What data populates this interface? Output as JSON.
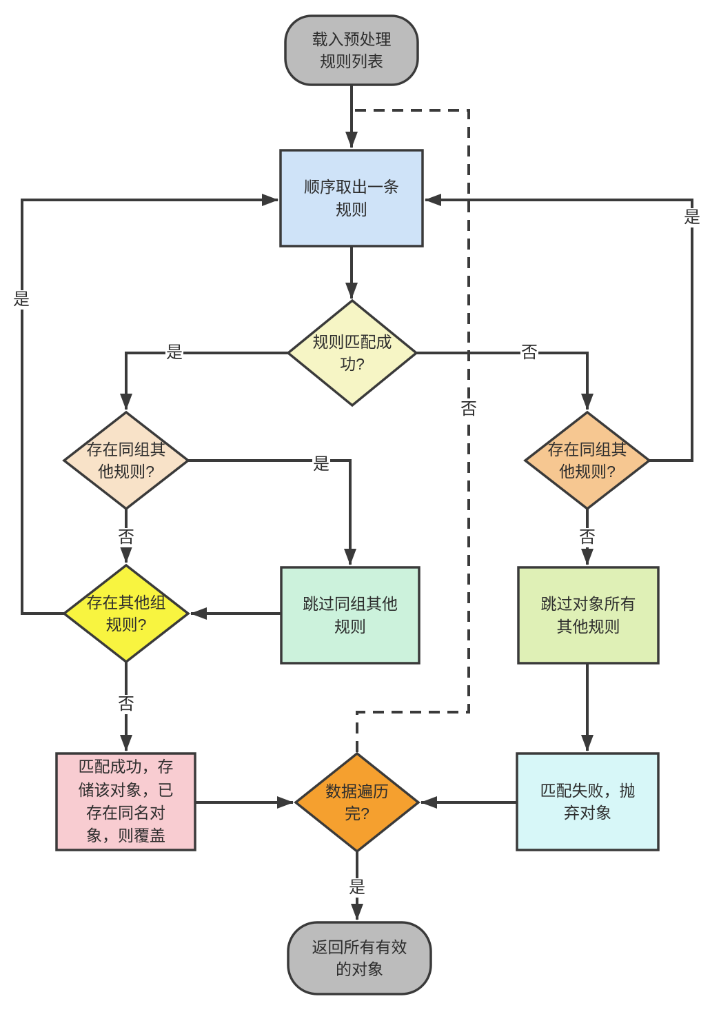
{
  "nodes": {
    "start": {
      "label": "载入预处理\n规则列表",
      "fill": "#bcbcbc"
    },
    "fetch_rule": {
      "label": "顺序取出一条\n规则",
      "fill": "#cfe3f8"
    },
    "rule_matched": {
      "label": "规则匹配成\n功?",
      "fill": "#f6f5c5"
    },
    "same_group_after_match": {
      "label": "存在同组其\n他规则?",
      "fill": "#f8e2c8"
    },
    "same_group_after_fail": {
      "label": "存在同组其\n他规则?",
      "fill": "#f6c791"
    },
    "other_group": {
      "label": "存在其他组\n规则?",
      "fill": "#f8f440"
    },
    "skip_same_group": {
      "label": "跳过同组其他\n规则",
      "fill": "#ccf2dc"
    },
    "skip_all_other": {
      "label": "跳过对象所有\n其他规则",
      "fill": "#dff0b6"
    },
    "store_object": {
      "label": "匹配成功，存\n储该对象，已\n存在同名对\n象，则覆盖",
      "fill": "#f8ccd1"
    },
    "data_traversed": {
      "label": "数据遍历\n完?",
      "fill": "#f5a02f"
    },
    "discard_object": {
      "label": "匹配失败，抛\n弃对象",
      "fill": "#d7f7f8"
    },
    "end": {
      "label": "返回所有有效\n的对象",
      "fill": "#bcbcbc"
    }
  },
  "edge_labels": {
    "rule_matched_yes": "是",
    "rule_matched_no": "否",
    "same_group_match_yes": "是",
    "same_group_match_no": "否",
    "same_group_fail_yes": "是",
    "same_group_fail_no": "否",
    "other_group_yes": "是",
    "other_group_no": "否",
    "data_traversed_yes": "是",
    "data_traversed_no": "否"
  },
  "colors": {
    "line": "#3a3a3a",
    "text": "#2d2d2d",
    "node_border": "#3a3a3a",
    "background": "#ffffff"
  }
}
